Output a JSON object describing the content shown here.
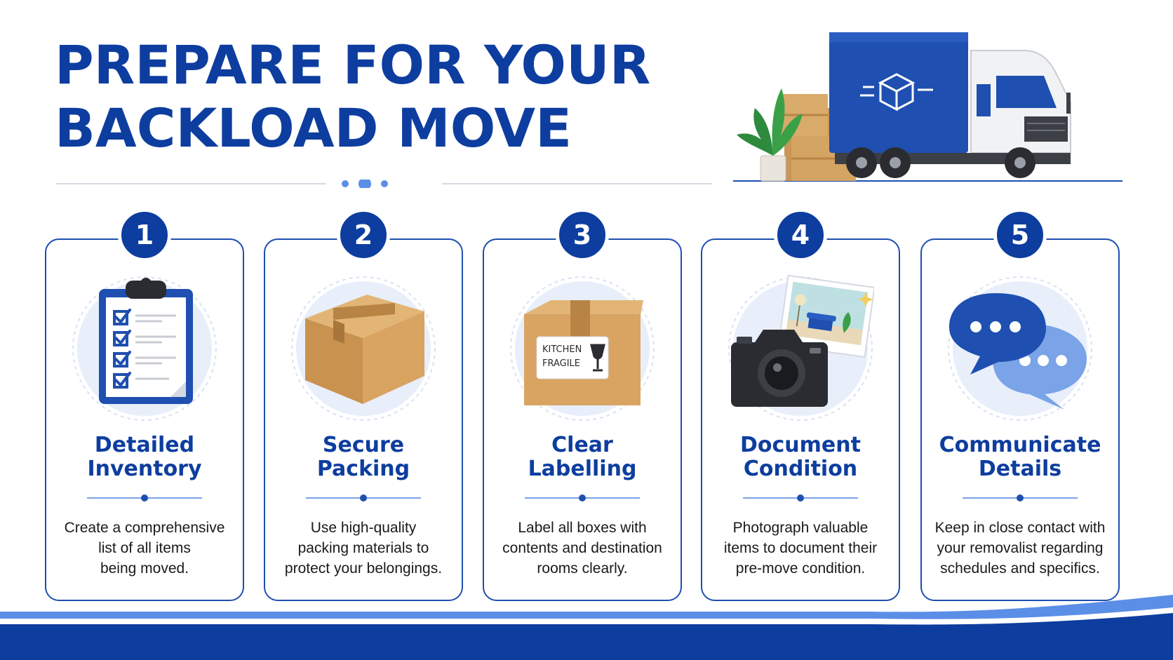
{
  "title": {
    "line1": "PREPARE FOR YOUR",
    "line2": "BACKLOAD MOVE"
  },
  "illustration": {
    "box_label": {
      "line1": "KITCHEN",
      "line2": "FRAGILE"
    }
  },
  "steps": [
    {
      "number": "1",
      "title": {
        "line1": "Detailed",
        "line2": "Inventory"
      },
      "icon": "clipboard-checklist-icon",
      "desc": {
        "line1": "Create a comprehensive",
        "line2": "list of all items",
        "line3": "being moved."
      }
    },
    {
      "number": "2",
      "title": {
        "line1": "Secure",
        "line2": "Packing"
      },
      "icon": "cardboard-box-icon",
      "desc": {
        "line1": "Use high-quality",
        "line2": "packing materials to",
        "line3": "protect your belongings."
      }
    },
    {
      "number": "3",
      "title": {
        "line1": "Clear",
        "line2": "Labelling"
      },
      "icon": "labelled-box-icon",
      "desc": {
        "line1": "Label all boxes with",
        "line2": "contents and destination",
        "line3": "rooms clearly."
      }
    },
    {
      "number": "4",
      "title": {
        "line1": "Document",
        "line2": "Condition"
      },
      "icon": "camera-photo-icon",
      "desc": {
        "line1": "Photograph valuable",
        "line2": "items to document their",
        "line3": "pre-move condition."
      }
    },
    {
      "number": "5",
      "title": {
        "line1": "Communicate",
        "line2": "Details"
      },
      "icon": "chat-bubbles-icon",
      "desc": {
        "line1": "Keep in close contact with",
        "line2": "your removalist regarding",
        "line3": "schedules and specifics."
      }
    }
  ],
  "colors": {
    "primary": "#0d3d9f",
    "accent": "#5b8ee6",
    "light": "#e8effb",
    "cardboard": "#d4a463"
  }
}
